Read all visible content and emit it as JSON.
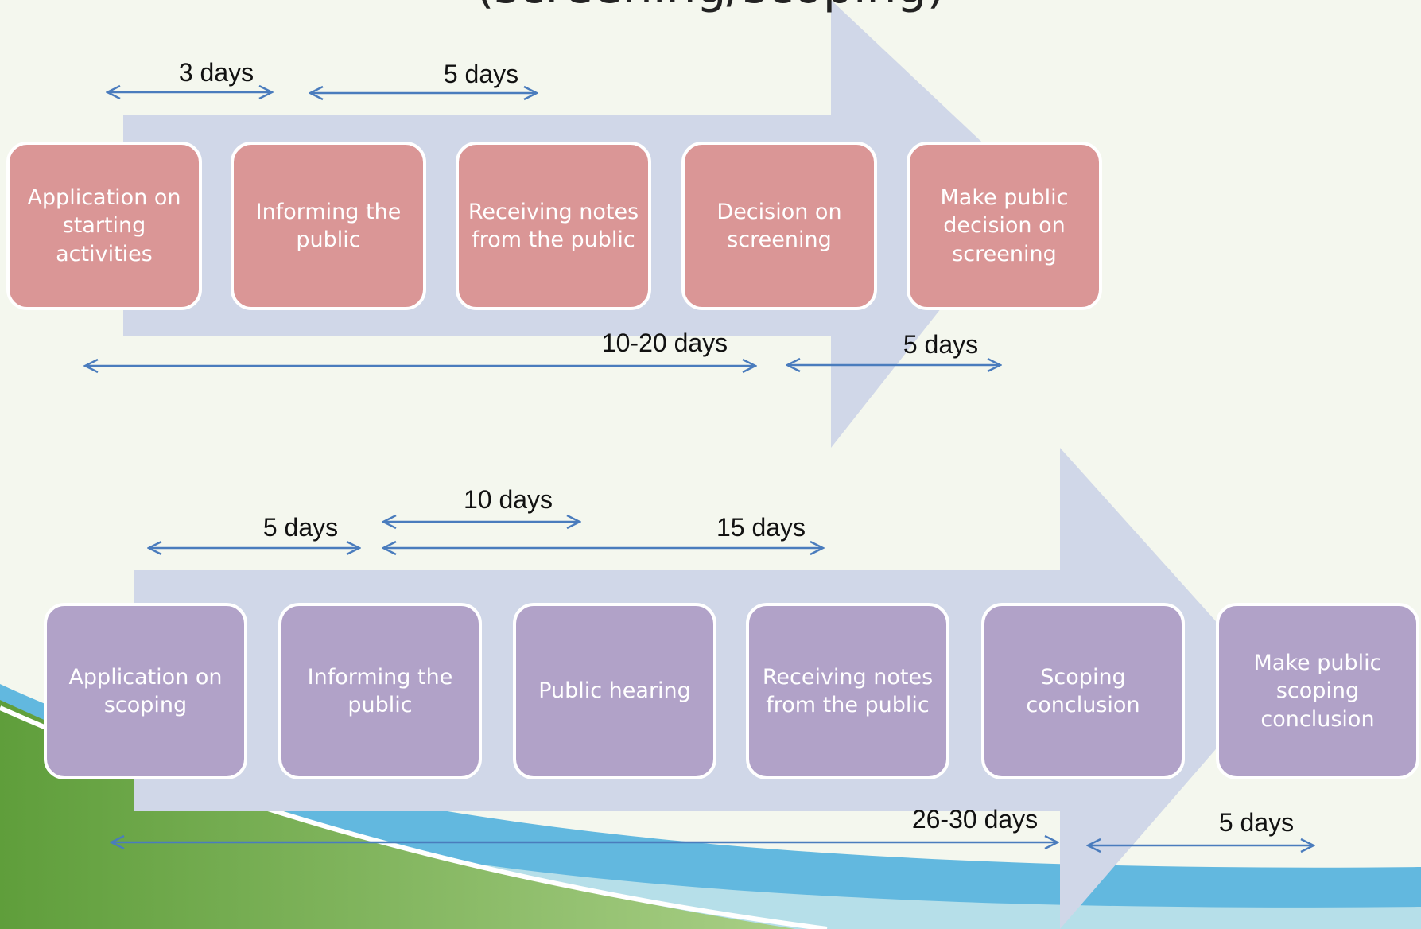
{
  "title": "(screening/scoping)",
  "colors": {
    "background": "#f4f7ee",
    "arrow": "#d0d7e8",
    "screening_box": "#da9696",
    "scoping_box": "#b1a2c8",
    "timeline": "#4a7cbd"
  },
  "screening": {
    "steps": [
      "Application on starting activities",
      "Informing the public",
      "Receiving notes from the public",
      "Decision on screening",
      "Make public decision on screening"
    ],
    "durations": {
      "top_1": "3 days",
      "top_2": "5 days",
      "bottom_1": "10-20 days",
      "bottom_2": "5 days"
    }
  },
  "scoping": {
    "steps": [
      "Application on scoping",
      "Informing the public",
      "Public hearing",
      "Receiving notes from the public",
      "Scoping conclusion",
      "Make public scoping conclusion"
    ],
    "durations": {
      "top_1": "5 days",
      "top_2": "10 days",
      "top_3": "15 days",
      "bottom_1": "26-30 days",
      "bottom_2": "5 days"
    }
  }
}
